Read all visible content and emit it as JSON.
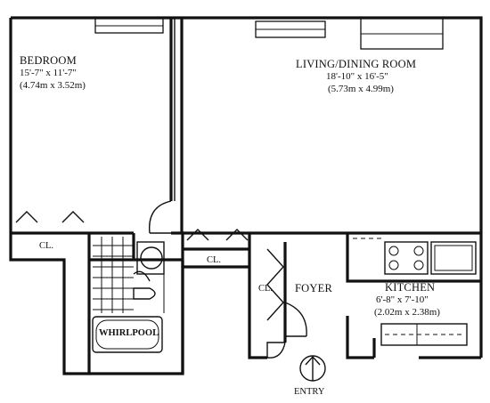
{
  "rooms": {
    "bedroom": {
      "name": "BEDROOM",
      "dims_imperial": "15'-7\" x 11'-7\"",
      "dims_metric": "(4.74m x 3.52m)"
    },
    "living": {
      "name": "LIVING/DINING ROOM",
      "dims_imperial": "18'-10\" x 16'-5\"",
      "dims_metric": "(5.73m x 4.99m)"
    },
    "kitchen": {
      "name": "KITCHEN",
      "dims_imperial": "6'-8\" x 7'-10\"",
      "dims_metric": "(2.02m x 2.38m)"
    },
    "foyer": {
      "name": "FOYER"
    }
  },
  "labels": {
    "closet_bedroom": "CL.",
    "closet_hall": "CL.",
    "closet_foyer": "CL.",
    "whirlpool": "WHIRLPOOL",
    "entry": "ENTRY"
  }
}
